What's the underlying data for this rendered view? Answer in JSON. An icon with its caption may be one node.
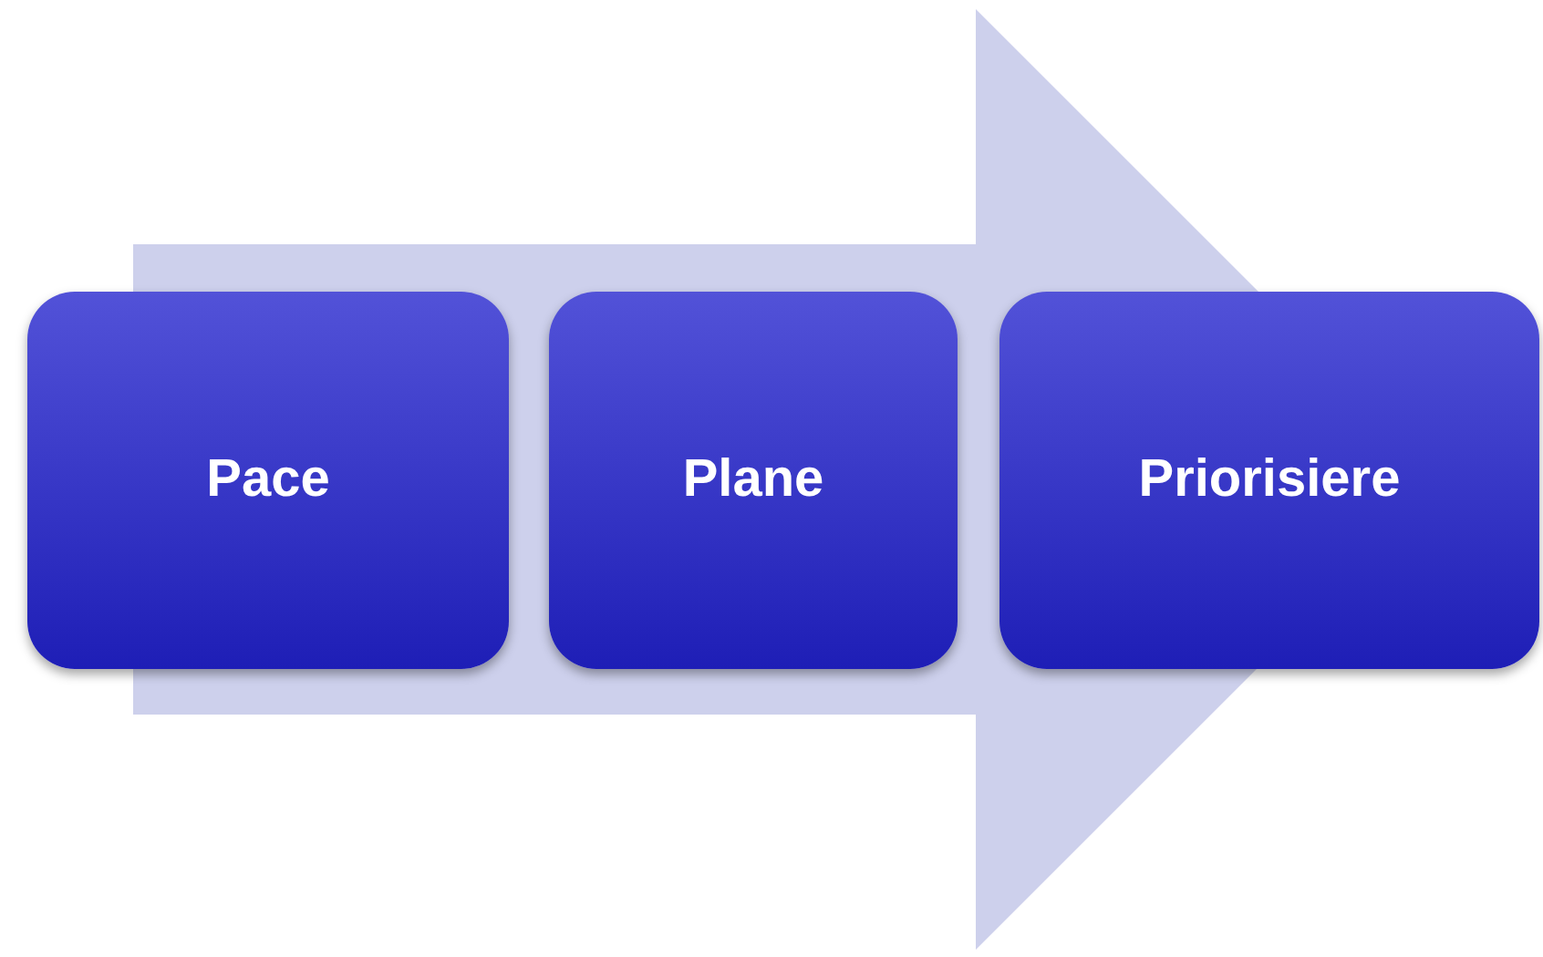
{
  "diagram": {
    "nodes": [
      {
        "text": [
          "Pace"
        ]
      },
      {
        "text": [
          "Plane"
        ]
      },
      {
        "text": [
          "Priorisiere"
        ]
      }
    ],
    "edges": [
      {
        "from": 0,
        "to": 2,
        "arrow": "to"
      }
    ]
  }
}
